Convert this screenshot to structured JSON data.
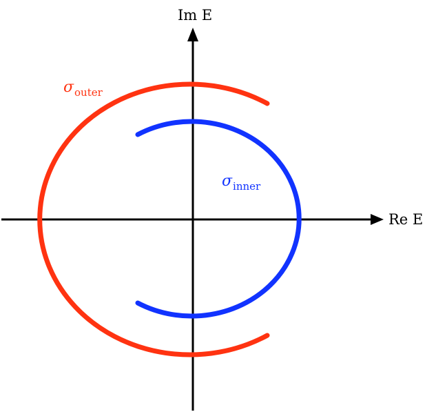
{
  "axes": {
    "x_label": "Re E",
    "y_label": "Im E"
  },
  "curves": {
    "outer": {
      "symbol": "σ",
      "subscript": "outer",
      "color": "#ff3311"
    },
    "inner": {
      "symbol": "σ",
      "subscript": "inner",
      "color": "#1133ff"
    }
  },
  "colors": {
    "axis": "#000000"
  }
}
